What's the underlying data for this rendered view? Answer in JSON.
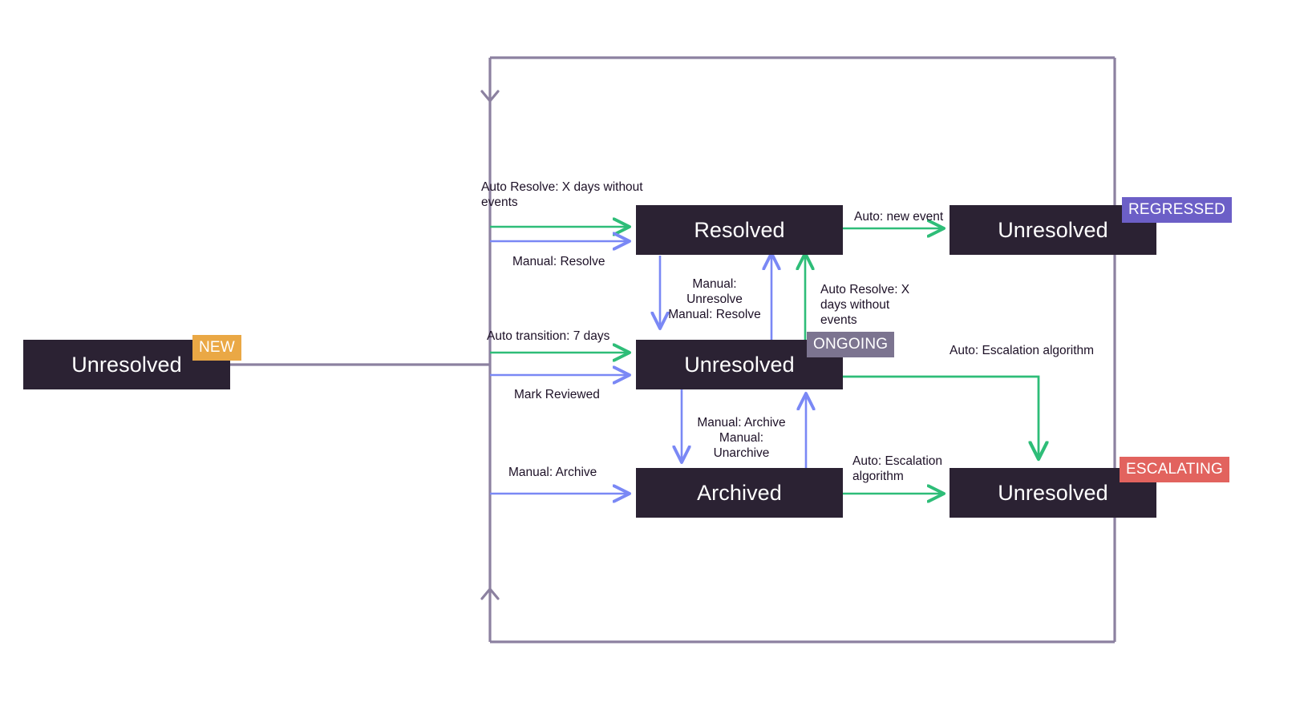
{
  "diagram": {
    "title": "Issue state transition diagram",
    "colors": {
      "node_fill": "#2b2233",
      "node_text": "#ffffff",
      "auto_edge": "#2ebd78",
      "manual_edge": "#7a88f5",
      "frame_edge": "#8c81a0",
      "label_text": "#1d1127",
      "badge_new": "#eaa845",
      "badge_ongoing": "#7c7490",
      "badge_regressed": "#6c5fc7",
      "badge_escalating": "#e2635e",
      "background": "#ffffff"
    }
  },
  "nodes": {
    "new_unresolved": {
      "label": "Unresolved"
    },
    "resolved": {
      "label": "Resolved"
    },
    "ongoing_unresolved": {
      "label": "Unresolved"
    },
    "archived": {
      "label": "Archived"
    },
    "regressed_unresolved": {
      "label": "Unresolved"
    },
    "escalating_unresolved": {
      "label": "Unresolved"
    }
  },
  "badges": {
    "new": {
      "label": "NEW"
    },
    "ongoing": {
      "label": "ONGOING"
    },
    "regressed": {
      "label": "REGRESSED"
    },
    "escalating": {
      "label": "ESCALATING"
    }
  },
  "edge_labels": {
    "auto_resolve_x_days": "Auto Resolve: X days without\nevents",
    "manual_resolve": "Manual: Resolve",
    "auto_transition_7_days": "Auto transition: 7 days",
    "mark_reviewed": "Mark Reviewed",
    "manual_archive_left": "Manual: Archive",
    "manual_unresolve_resolve": "Manual: Unresolve\nManual: Resolve",
    "auto_resolve_x_days_up": "Auto Resolve: X\ndays without\nevents",
    "manual_archive_unarchive": "Manual: Archive\nManual: Unarchive",
    "auto_new_event": "Auto: new event",
    "auto_escalation_top": "Auto: Escalation algorithm",
    "auto_escalation_bottom": "Auto: Escalation\nalgorithm"
  }
}
